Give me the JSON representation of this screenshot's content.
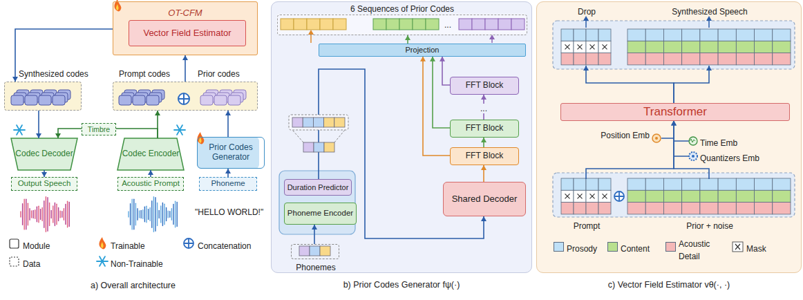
{
  "diagram": {
    "nodes": [
      {
        "text": [
          "a) Overall architecture"
        ]
      },
      {
        "text": [
          "OT-CFM"
        ],
        "in": 0
      },
      {
        "text": [
          "Vector Field Estimator"
        ],
        "in": 1
      },
      {
        "text": [
          "Synthesized codes"
        ],
        "in": 0
      },
      {
        "text": [
          "Prompt codes",
          "Prior codes"
        ],
        "in": 0
      },
      {
        "text": [
          "Codec Decoder"
        ],
        "in": 0
      },
      {
        "text": [
          "Timbre"
        ],
        "in": 0
      },
      {
        "text": [
          "Codec Encoder"
        ],
        "in": 0
      },
      {
        "text": [
          "Prior Codes Generator"
        ],
        "in": 0
      },
      {
        "text": [
          "Output Speech"
        ],
        "in": 0
      },
      {
        "text": [
          "Acoustic Prompt"
        ],
        "in": 0
      },
      {
        "text": [
          "Phoneme"
        ],
        "in": 0
      },
      {
        "text": [
          "b) Prior Codes Generator fψ(·)"
        ]
      },
      {
        "text": [
          "6 Sequences of Prior Codes"
        ],
        "in": 12
      },
      {
        "text": [
          "Projection"
        ],
        "in": 12
      },
      {
        "text": [
          "FFT Block"
        ],
        "in": 12
      },
      {
        "text": [
          "FFT Block"
        ],
        "in": 12
      },
      {
        "text": [
          "FFT Block"
        ],
        "in": 12
      },
      {
        "text": [
          "Shared Decoder"
        ],
        "in": 12
      },
      {
        "text": [
          "Duration Predictor"
        ],
        "in": 12
      },
      {
        "text": [
          "Phoneme Encoder"
        ],
        "in": 12
      },
      {
        "text": [
          "Phonemes"
        ],
        "in": 12
      },
      {
        "text": [
          "c) Vector Field Estimator vθ(·, ·)"
        ]
      },
      {
        "text": [
          "Drop"
        ],
        "in": 22
      },
      {
        "text": [
          "Synthesized Speech"
        ],
        "in": 22
      },
      {
        "text": [
          "Transformer"
        ],
        "in": 22
      },
      {
        "text": [
          "Prompt"
        ],
        "in": 22
      },
      {
        "text": [
          "Prior + noise"
        ],
        "in": 22
      }
    ],
    "edges": [
      {
        "from": 1,
        "to": 3,
        "arrow": "to"
      },
      {
        "from": 4,
        "to": 1,
        "arrow": "to"
      },
      {
        "from": 3,
        "to": 5,
        "arrow": "to"
      },
      {
        "from": 5,
        "to": 9,
        "arrow": "to"
      },
      {
        "from": 7,
        "to": 4,
        "arrow": "to"
      },
      {
        "from": 7,
        "to": 6,
        "arrow": "none"
      },
      {
        "from": 6,
        "to": 5,
        "arrow": "to"
      },
      {
        "from": 10,
        "to": 7,
        "arrow": "to"
      },
      {
        "from": 11,
        "to": 8,
        "arrow": "to"
      },
      {
        "from": 8,
        "to": 4,
        "arrow": "to"
      },
      {
        "from": 21,
        "to": 20,
        "arrow": "to"
      },
      {
        "from": 19,
        "to": 18,
        "arrow": "to"
      },
      {
        "from": 18,
        "to": 17,
        "arrow": "to"
      },
      {
        "from": 17,
        "to": 16,
        "arrow": "to"
      },
      {
        "from": 16,
        "to": 15,
        "arrow": "to",
        "label": "..."
      },
      {
        "from": 17,
        "to": 14,
        "arrow": "to"
      },
      {
        "from": 16,
        "to": 14,
        "arrow": "to"
      },
      {
        "from": 15,
        "to": 14,
        "arrow": "to"
      },
      {
        "from": 14,
        "to": 13,
        "arrow": "to"
      },
      {
        "from": 26,
        "to": 25,
        "arrow": "to"
      },
      {
        "from": 27,
        "to": 25,
        "arrow": "to"
      },
      {
        "from": 25,
        "to": 23,
        "arrow": "to"
      },
      {
        "from": 25,
        "to": 24,
        "arrow": "to"
      }
    ],
    "labels": [
      "\"HELLO WORLD!\"",
      "...",
      "Position Emb",
      "Time Emb",
      "Quantizers Emb"
    ],
    "legend": [
      {
        "text": "Module"
      },
      {
        "text": "Trainable"
      },
      {
        "text": "Concatenation"
      },
      {
        "text": "Data"
      },
      {
        "text": "Non-Trainable"
      },
      {
        "text": "Prosody",
        "color": "#bfe0f7"
      },
      {
        "text": "Content",
        "color": "#b9e08f"
      },
      {
        "text": "Acoustic Detail",
        "color": "#f5b8b8"
      },
      {
        "text": "Mask"
      }
    ]
  }
}
